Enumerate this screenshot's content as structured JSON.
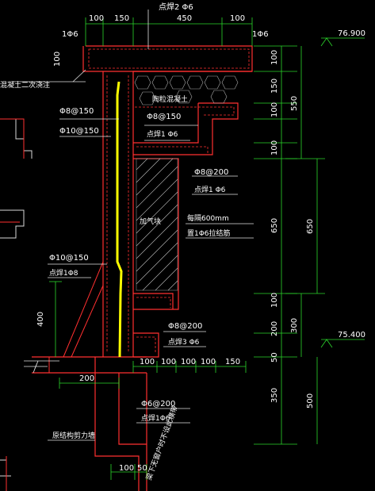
{
  "drawing": {
    "top_dims": {
      "d1": "100",
      "d2": "150",
      "d3": "450",
      "d4": "100"
    },
    "top_label": "点焊2 Φ6",
    "bar_left": "1Φ6",
    "bar_right": "1Φ6",
    "elev_top": "76.900",
    "elev_bot": "75.400",
    "left_dim_100": "100",
    "concrete_note": "混凝土二次浇注",
    "fill_note": "陶粒混凝土",
    "phi8_150": "Φ8@150",
    "phi10_150": "Φ10@150",
    "phi8_150b": "Φ8@150",
    "dianhan_phi6": "点焊1 Φ6",
    "phi8_200": "Φ8@200",
    "dianhan_phi6b": "点焊1 Φ6",
    "block_label": "加气块",
    "tie_note1": "每隔600mm",
    "tie_note2": "置1Φ6拉结筋",
    "phi10_150b": "Φ10@150",
    "dianhan_phi8": "点焊1Φ8",
    "dim_400": "400",
    "phi8_200b": "Φ8@200",
    "dianhan3_phi6": "点焊3 Φ6",
    "dim_200": "200",
    "bot_dims": {
      "a": "100",
      "b": "100",
      "c": "100",
      "d": "100",
      "e": "150"
    },
    "phi6_200": "Φ6@200",
    "dianhan1_phi6": "点焊1Φ6",
    "wall_note": "原结构剪力墙",
    "bottom_note": "梁下无窗户时不设此横带",
    "bottom_dims": {
      "a": "100",
      "b": "50"
    },
    "right_dims": {
      "r1": "100",
      "r2": "150",
      "r3": "100",
      "r4": "100",
      "r5": "650",
      "r6": "100",
      "r7": "200",
      "r8": "50",
      "r9": "350"
    },
    "far_right_dims": {
      "f1": "550",
      "f2": "650",
      "f3": "300",
      "f4": "500"
    }
  }
}
